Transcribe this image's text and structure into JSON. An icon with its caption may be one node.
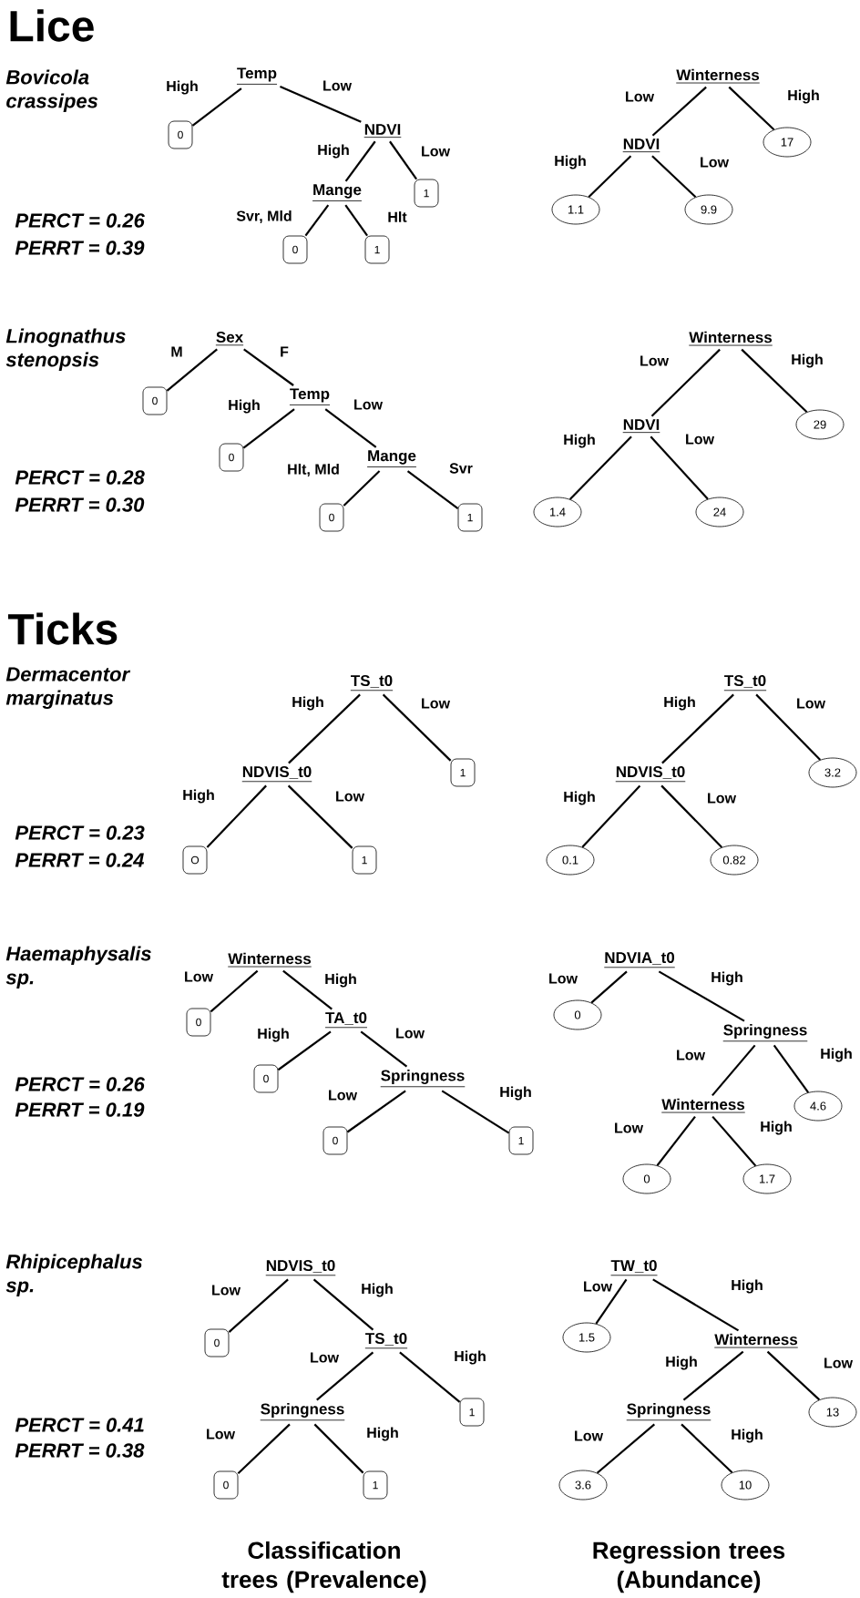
{
  "diagram": {
    "nodes": [
      {
        "text": [
          "Temp"
        ]
      },
      {
        "text": [
          "0"
        ]
      },
      {
        "text": [
          "NDVI"
        ]
      },
      {
        "text": [
          "1"
        ]
      },
      {
        "text": [
          "Mange"
        ]
      },
      {
        "text": [
          "0"
        ]
      },
      {
        "text": [
          "1"
        ]
      },
      {
        "text": [
          "Winterness"
        ]
      },
      {
        "text": [
          "NDVI"
        ]
      },
      {
        "text": [
          "17"
        ]
      },
      {
        "text": [
          "1.1"
        ]
      },
      {
        "text": [
          "9.9"
        ]
      },
      {
        "text": [
          "Sex"
        ]
      },
      {
        "text": [
          "0"
        ]
      },
      {
        "text": [
          "Temp"
        ]
      },
      {
        "text": [
          "0"
        ]
      },
      {
        "text": [
          "Mange"
        ]
      },
      {
        "text": [
          "0"
        ]
      },
      {
        "text": [
          "1"
        ]
      },
      {
        "text": [
          "Winterness"
        ]
      },
      {
        "text": [
          "NDVI"
        ]
      },
      {
        "text": [
          "29"
        ]
      },
      {
        "text": [
          "1.4"
        ]
      },
      {
        "text": [
          "24"
        ]
      },
      {
        "text": [
          "TS_t0"
        ]
      },
      {
        "text": [
          "NDVIS_t0"
        ]
      },
      {
        "text": [
          "1"
        ]
      },
      {
        "text": [
          "O"
        ]
      },
      {
        "text": [
          "1"
        ]
      },
      {
        "text": [
          "TS_t0"
        ]
      },
      {
        "text": [
          "NDVIS_t0"
        ]
      },
      {
        "text": [
          "3.2"
        ]
      },
      {
        "text": [
          "0.1"
        ]
      },
      {
        "text": [
          "0.82"
        ]
      },
      {
        "text": [
          "Winterness"
        ]
      },
      {
        "text": [
          "0"
        ]
      },
      {
        "text": [
          "TA_t0"
        ]
      },
      {
        "text": [
          "0"
        ]
      },
      {
        "text": [
          "Springness"
        ]
      },
      {
        "text": [
          "0"
        ]
      },
      {
        "text": [
          "1"
        ]
      },
      {
        "text": [
          "NDVIA_t0"
        ]
      },
      {
        "text": [
          "0"
        ]
      },
      {
        "text": [
          "Springness"
        ]
      },
      {
        "text": [
          "Winterness"
        ]
      },
      {
        "text": [
          "4.6"
        ]
      },
      {
        "text": [
          "0"
        ]
      },
      {
        "text": [
          "1.7"
        ]
      },
      {
        "text": [
          "NDVIS_t0"
        ]
      },
      {
        "text": [
          "0"
        ]
      },
      {
        "text": [
          "TS_t0"
        ]
      },
      {
        "text": [
          "Springness"
        ]
      },
      {
        "text": [
          "1"
        ]
      },
      {
        "text": [
          "0"
        ]
      },
      {
        "text": [
          "1"
        ]
      },
      {
        "text": [
          "TW_t0"
        ]
      },
      {
        "text": [
          "1.5"
        ]
      },
      {
        "text": [
          "Winterness"
        ]
      },
      {
        "text": [
          "Springness"
        ]
      },
      {
        "text": [
          "13"
        ]
      },
      {
        "text": [
          "3.6"
        ]
      },
      {
        "text": [
          "10"
        ]
      }
    ],
    "edges": [
      {
        "from": 0,
        "to": 1,
        "arrow": "none",
        "label": "High"
      },
      {
        "from": 0,
        "to": 2,
        "arrow": "none",
        "label": "Low"
      },
      {
        "from": 2,
        "to": 4,
        "arrow": "none",
        "label": "High"
      },
      {
        "from": 2,
        "to": 3,
        "arrow": "none",
        "label": "Low"
      },
      {
        "from": 4,
        "to": 5,
        "arrow": "none",
        "label": "Svr, Mld"
      },
      {
        "from": 4,
        "to": 6,
        "arrow": "none",
        "label": "Hlt"
      },
      {
        "from": 7,
        "to": 8,
        "arrow": "none",
        "label": "Low"
      },
      {
        "from": 7,
        "to": 9,
        "arrow": "none",
        "label": "High"
      },
      {
        "from": 8,
        "to": 10,
        "arrow": "none",
        "label": "High"
      },
      {
        "from": 8,
        "to": 11,
        "arrow": "none",
        "label": "Low"
      },
      {
        "from": 12,
        "to": 13,
        "arrow": "none",
        "label": "M"
      },
      {
        "from": 12,
        "to": 14,
        "arrow": "none",
        "label": "F"
      },
      {
        "from": 14,
        "to": 15,
        "arrow": "none",
        "label": "High"
      },
      {
        "from": 14,
        "to": 16,
        "arrow": "none",
        "label": "Low"
      },
      {
        "from": 16,
        "to": 17,
        "arrow": "none",
        "label": "Hlt, Mld"
      },
      {
        "from": 16,
        "to": 18,
        "arrow": "none",
        "label": "Svr"
      },
      {
        "from": 19,
        "to": 20,
        "arrow": "none",
        "label": "Low"
      },
      {
        "from": 19,
        "to": 21,
        "arrow": "none",
        "label": "High"
      },
      {
        "from": 20,
        "to": 22,
        "arrow": "none",
        "label": "High"
      },
      {
        "from": 20,
        "to": 23,
        "arrow": "none",
        "label": "Low"
      },
      {
        "from": 24,
        "to": 25,
        "arrow": "none",
        "label": "High"
      },
      {
        "from": 24,
        "to": 26,
        "arrow": "none",
        "label": "Low"
      },
      {
        "from": 25,
        "to": 27,
        "arrow": "none",
        "label": "High"
      },
      {
        "from": 25,
        "to": 28,
        "arrow": "none",
        "label": "Low"
      },
      {
        "from": 29,
        "to": 30,
        "arrow": "none",
        "label": "High"
      },
      {
        "from": 29,
        "to": 31,
        "arrow": "none",
        "label": "Low"
      },
      {
        "from": 30,
        "to": 32,
        "arrow": "none",
        "label": "High"
      },
      {
        "from": 30,
        "to": 33,
        "arrow": "none",
        "label": "Low"
      },
      {
        "from": 34,
        "to": 35,
        "arrow": "none",
        "label": "Low"
      },
      {
        "from": 34,
        "to": 36,
        "arrow": "none",
        "label": "High"
      },
      {
        "from": 36,
        "to": 37,
        "arrow": "none",
        "label": "High"
      },
      {
        "from": 36,
        "to": 38,
        "arrow": "none",
        "label": "Low"
      },
      {
        "from": 38,
        "to": 39,
        "arrow": "none",
        "label": "Low"
      },
      {
        "from": 38,
        "to": 40,
        "arrow": "none",
        "label": "High"
      },
      {
        "from": 41,
        "to": 42,
        "arrow": "none",
        "label": "Low"
      },
      {
        "from": 41,
        "to": 43,
        "arrow": "none",
        "label": "High"
      },
      {
        "from": 43,
        "to": 44,
        "arrow": "none",
        "label": "Low"
      },
      {
        "from": 43,
        "to": 45,
        "arrow": "none",
        "label": "High"
      },
      {
        "from": 44,
        "to": 46,
        "arrow": "none",
        "label": "Low"
      },
      {
        "from": 44,
        "to": 47,
        "arrow": "none",
        "label": "High"
      },
      {
        "from": 48,
        "to": 49,
        "arrow": "none",
        "label": "Low"
      },
      {
        "from": 48,
        "to": 50,
        "arrow": "none",
        "label": "High"
      },
      {
        "from": 50,
        "to": 51,
        "arrow": "none",
        "label": "Low"
      },
      {
        "from": 50,
        "to": 52,
        "arrow": "none",
        "label": "High"
      },
      {
        "from": 51,
        "to": 53,
        "arrow": "none",
        "label": "Low"
      },
      {
        "from": 51,
        "to": 54,
        "arrow": "none",
        "label": "High"
      },
      {
        "from": 55,
        "to": 56,
        "arrow": "none",
        "label": "Low"
      },
      {
        "from": 55,
        "to": 57,
        "arrow": "none",
        "label": "High"
      },
      {
        "from": 57,
        "to": 58,
        "arrow": "none",
        "label": "High"
      },
      {
        "from": 57,
        "to": 59,
        "arrow": "none",
        "label": "Low"
      },
      {
        "from": 58,
        "to": 60,
        "arrow": "none",
        "label": "Low"
      },
      {
        "from": 58,
        "to": 61,
        "arrow": "none",
        "label": "High"
      }
    ],
    "labels": [
      "Lice",
      "Bovicola crassipes",
      "PERCT = 0.26",
      "PERRT = 0.39",
      "Linognathus stenopsis",
      "PERCT = 0.28",
      "PERRT = 0.30",
      "Ticks",
      "Dermacentor marginatus",
      "PERCT = 0.23",
      "PERRT = 0.24",
      "Haemaphysalis sp.",
      "PERCT = 0.26",
      "PERRT = 0.19",
      "Rhipicephalus sp.",
      "PERCT = 0.41",
      "PERRT = 0.38",
      "Classification trees (Prevalence)",
      "Regression trees (Abundance)"
    ]
  }
}
